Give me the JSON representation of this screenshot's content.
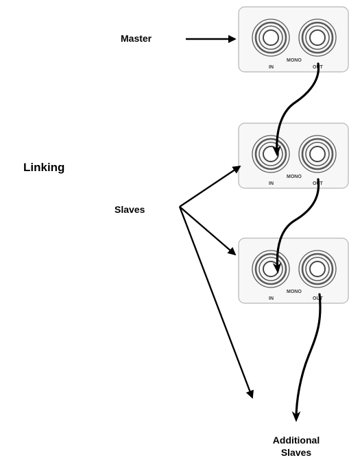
{
  "labels": {
    "master": "Master",
    "linking": "Linking",
    "slaves": "Slaves",
    "additional_line1": "Additional",
    "additional_line2": "Slaves"
  },
  "panel": {
    "in_label": "IN",
    "mono_label": "MONO",
    "out_label": "OUT"
  },
  "colors": {
    "panel_fill": "#f7f7f7",
    "panel_border": "#b5b5b5",
    "arrow": "#000000"
  }
}
